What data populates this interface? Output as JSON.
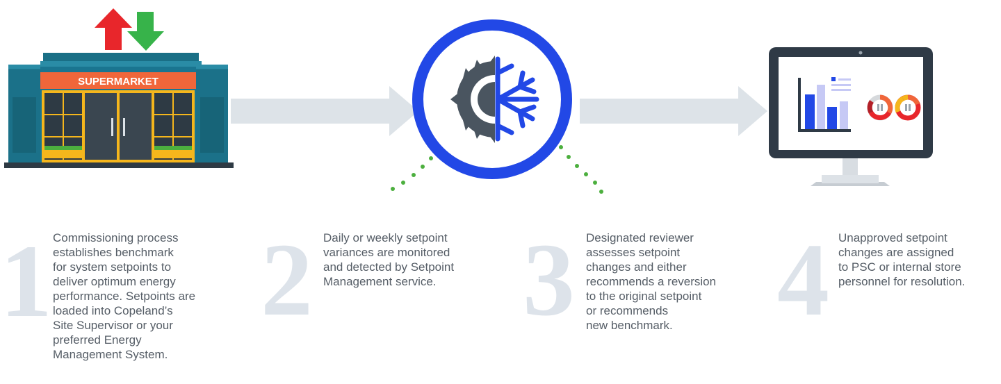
{
  "store": {
    "sign": "SUPERMARKET"
  },
  "colors": {
    "store_wall": "#1f7d96",
    "store_dark": "#135a6e",
    "sign": "#f0663a",
    "door_frame": "#f5b61c",
    "up_arrow": "#e8262b",
    "down_arrow": "#37b34a",
    "badge_blue": "#2248e6",
    "flow_arrow": "#dde3e8",
    "dots": "#4caf3e",
    "monitor": "#2f3a46",
    "number": "#dde3ea",
    "text": "#555d66"
  },
  "icons": {
    "store": "supermarket-icon",
    "arrows": "up-down-arrows-icon",
    "badge": "sun-snowflake-icon",
    "monitor": "monitor-dashboard-icon"
  },
  "steps": [
    {
      "number": "1",
      "text": "Commissioning process\nestablishes benchmark\nfor system setpoints to\ndeliver optimum energy\nperformance. Setpoints are\nloaded into Copeland’s\nSite Supervisor or your\npreferred Energy\nManagement System."
    },
    {
      "number": "2",
      "text": "Daily or weekly setpoint\nvariances are monitored\nand detected by Setpoint\nManagement service."
    },
    {
      "number": "3",
      "text": "Designated reviewer\nassesses setpoint\nchanges and either\nrecommends a reversion\nto the original setpoint\nor recommends\nnew benchmark."
    },
    {
      "number": "4",
      "text": "Unapproved setpoint\nchanges are assigned\nto PSC or internal store\npersonnel for resolution."
    }
  ]
}
